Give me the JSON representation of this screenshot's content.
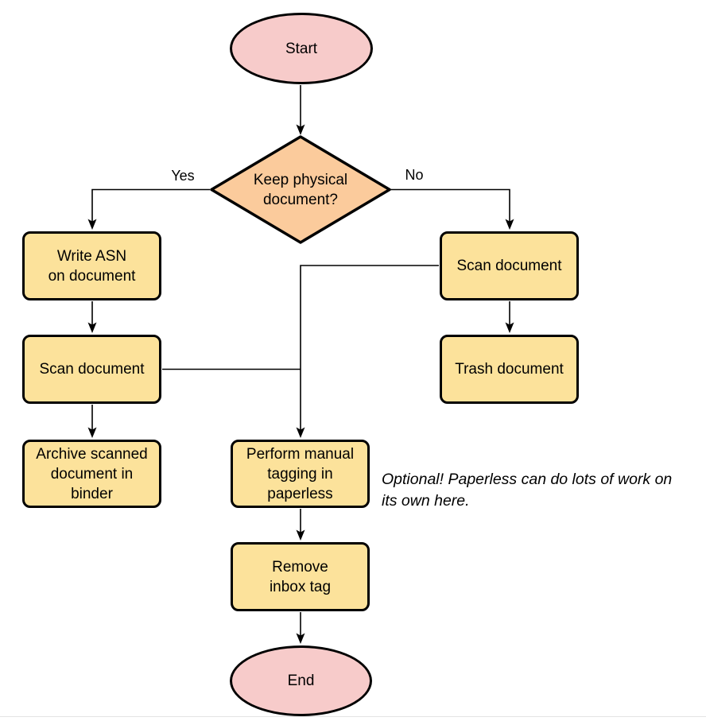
{
  "colors": {
    "pink": "#F7CBCA",
    "orange": "#FBCB9C",
    "yellow": "#FCE29B",
    "line": "#000000",
    "divider": "#E4E4E4"
  },
  "nodes": {
    "start": "Start",
    "decision": "Keep physical\ndocument?",
    "write_asn": "Write ASN\non document",
    "scan_left": "Scan document",
    "archive": "Archive scanned\ndocument in\nbinder",
    "scan_right": "Scan document",
    "trash": "Trash document",
    "tagging": "Perform manual\ntagging in\npaperless",
    "remove_inbox": "Remove\ninbox tag",
    "end": "End"
  },
  "edge_labels": {
    "yes": "Yes",
    "no": "No"
  },
  "note": "Optional! Paperless can do lots of work on\nits own here."
}
